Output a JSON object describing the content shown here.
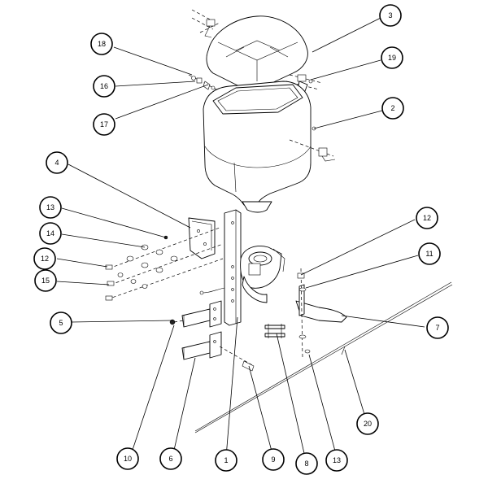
{
  "callouts": [
    {
      "id": "c1",
      "label": "1"
    },
    {
      "id": "c2",
      "label": "2"
    },
    {
      "id": "c3",
      "label": "3"
    },
    {
      "id": "c4",
      "label": "4"
    },
    {
      "id": "c5",
      "label": "5"
    },
    {
      "id": "c6",
      "label": "6"
    },
    {
      "id": "c7",
      "label": "7"
    },
    {
      "id": "c8",
      "label": "8"
    },
    {
      "id": "c9",
      "label": "9"
    },
    {
      "id": "c10",
      "label": "10"
    },
    {
      "id": "c11",
      "label": "11"
    },
    {
      "id": "c12a",
      "label": "12"
    },
    {
      "id": "c12b",
      "label": "12"
    },
    {
      "id": "c13a",
      "label": "13"
    },
    {
      "id": "c13b",
      "label": "13"
    },
    {
      "id": "c14",
      "label": "14"
    },
    {
      "id": "c15",
      "label": "15"
    },
    {
      "id": "c16",
      "label": "16"
    },
    {
      "id": "c17",
      "label": "17"
    },
    {
      "id": "c18",
      "label": "18"
    },
    {
      "id": "c19",
      "label": "19"
    },
    {
      "id": "c20",
      "label": "20"
    }
  ]
}
